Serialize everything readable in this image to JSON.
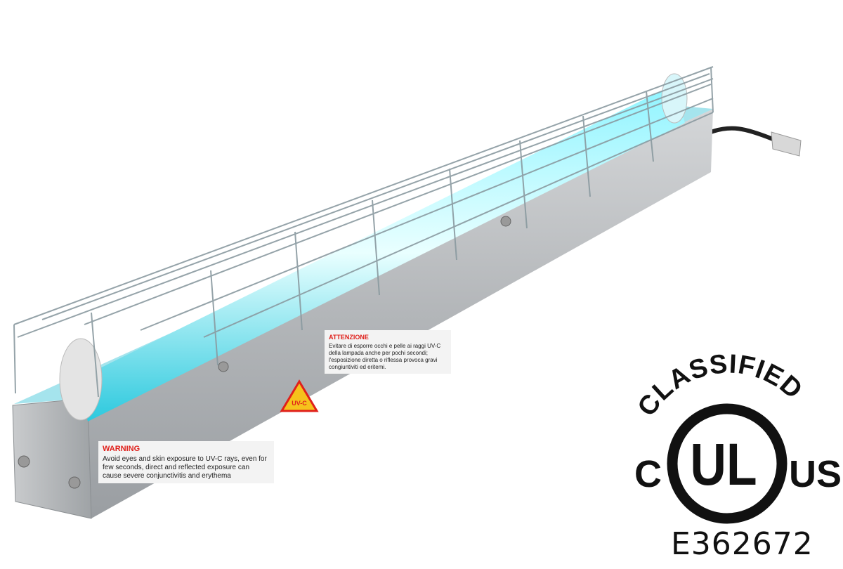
{
  "product": {
    "warning_title": "WARNING",
    "warning_text": "Avoid eyes and skin exposure to UV-C rays, even for few seconds, direct and reflected exposure can cause severe conjunctivitis and erythema",
    "attention_title": "ATTENZIONE",
    "attention_text": "Evitare di esporre occhi e pelle ai raggi UV-C della lampada anche per pochi secondi; l'esposizione diretta o riflessa provoca gravi congiuntiviti ed eritemi.",
    "hazard_label": "UV-C"
  },
  "certification": {
    "arc_text": "CLASSIFIED",
    "mark": "UL",
    "left_letter": "C",
    "right_letters": "US",
    "code": "E362672"
  },
  "colors": {
    "tube_glow": "#39d6e8",
    "housing": "#b9bcbf",
    "warning_red": "#e0201b",
    "hazard_yellow": "#f6c21c"
  }
}
